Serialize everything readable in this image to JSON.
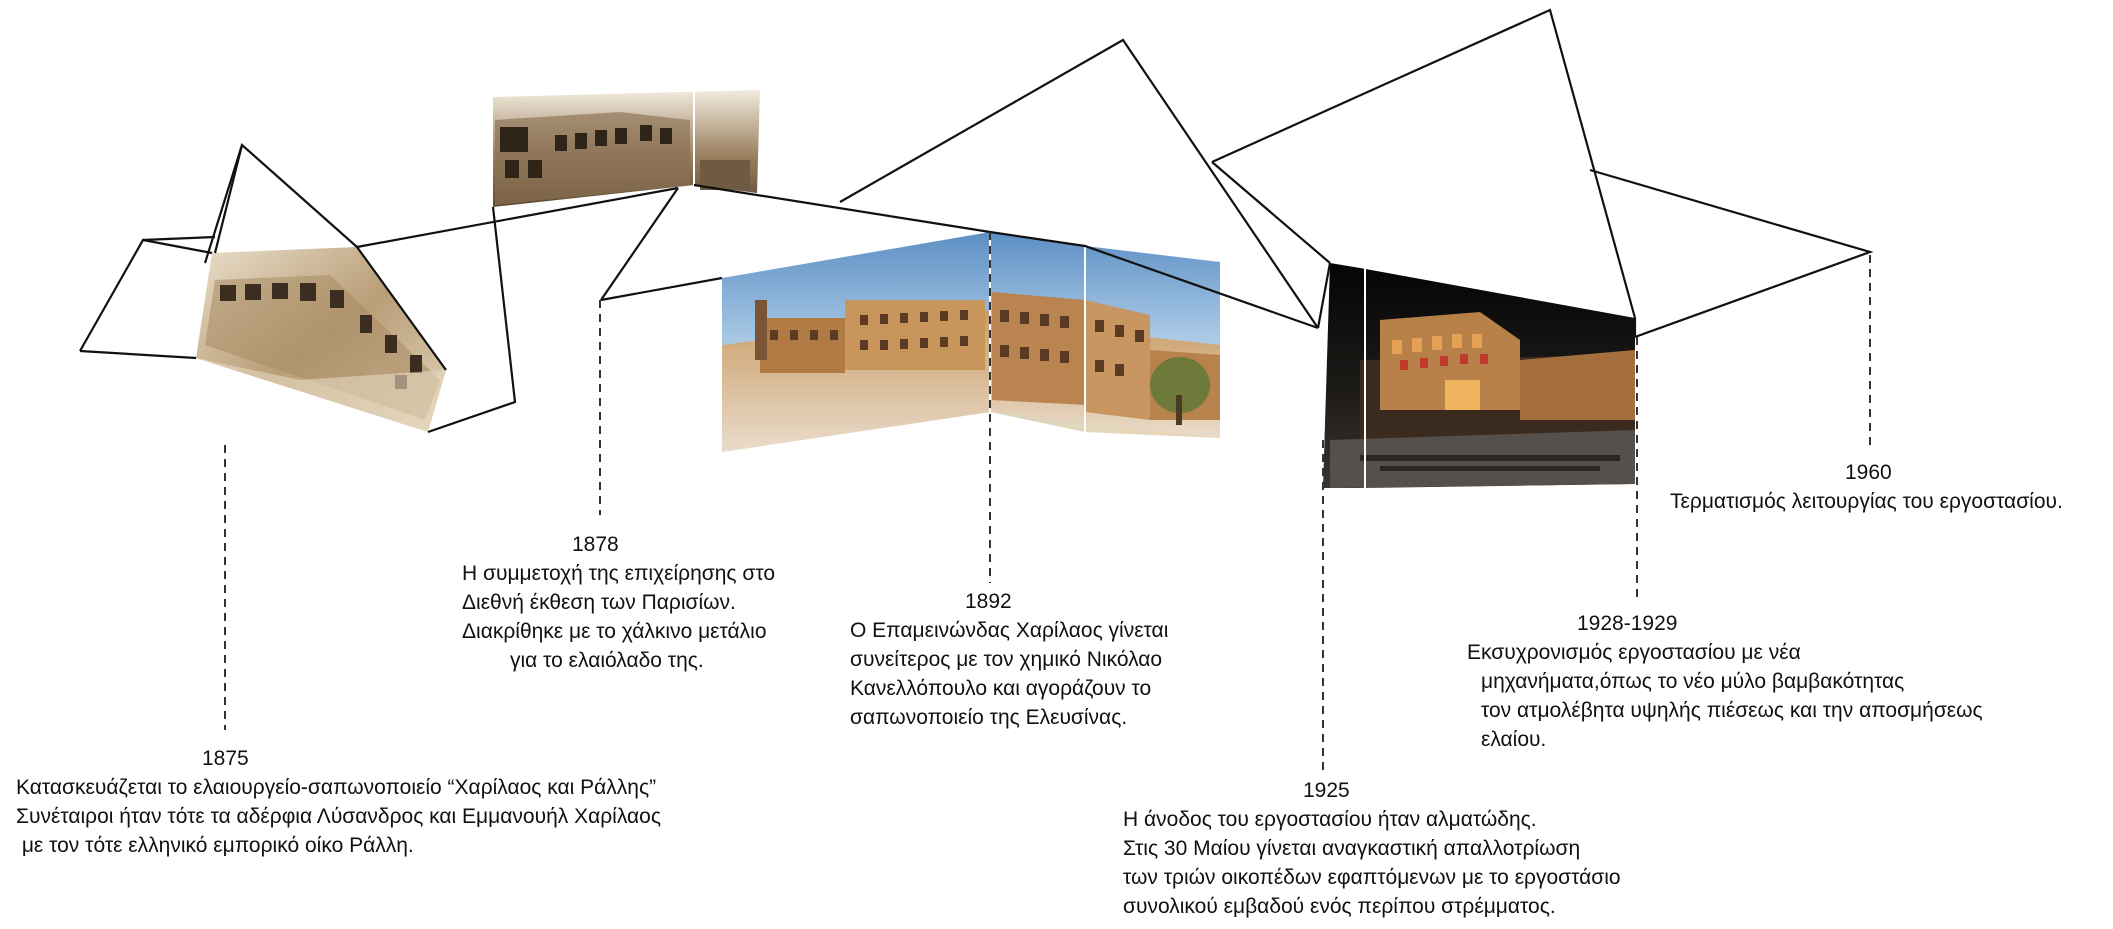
{
  "events": [
    {
      "year": "1875",
      "lines": [
        "Κατασκευάζεται το ελαιουργείο-σαπωνοποιείο “Χαρίλαος και Ράλλης”",
        "Συνέταιροι ήταν τότε τα αδέρφια Λύσανδρος και Εμμανουήλ Χαρίλαος",
        " με τον τότε ελληνικό εμπορικό οίκο Ράλλη."
      ]
    },
    {
      "year": "1878",
      "lines": [
        "Η συμμετοχή της επιχείρησης στο",
        "Διεθνή έκθεση των Παρισίων.",
        "Διακρίθηκε με το χάλκινο μετάλιο",
        "για το ελαιόλαδο της."
      ]
    },
    {
      "year": "1892",
      "lines": [
        "Ο Επαμεινώνδας Χαρίλαος γίνεται",
        "συνείτερος με τον χημικό Νικόλαο",
        "Κανελλόπουλο και αγοράζουν το",
        "σαπωνοποιείο της Ελευσίνας."
      ]
    },
    {
      "year": "1925",
      "lines": [
        "Η άνοδος του εργοστασίου ήταν αλματώδης.",
        "Στις 30 Μαίου γίνεται αναγκαστική απαλλοτρίωση",
        "των τριών οικοπέδων εφαπτόμενων με το εργοστάσιο",
        "συνολικού εμβαδού ενός περίπου στρέμματος."
      ]
    },
    {
      "year": "1928-1929",
      "lines": [
        "Εκσυχρονισμός εργοστασίου με νέα",
        "μηχανήματα,όπως το νέο μύλο βαμβακότητας",
        "τον ατμολέβητα υψηλής πιέσεως και την αποσμήσεως",
        "ελαίου."
      ]
    },
    {
      "year": "1960",
      "lines": [
        "Τερματισμός λειτουργίας του εργοστασίου."
      ]
    }
  ],
  "colors": {
    "line": "#111111",
    "sepia_light": "#e9dcc6",
    "sepia_mid": "#b59a74",
    "sepia_dark": "#5e4a34",
    "sky_blue": "#8fb8de",
    "sand": "#d9b27c",
    "night": "#141414",
    "lamp": "#e8a04a"
  },
  "icons": [
    "photo-factory-sepia-1",
    "photo-factory-sepia-2",
    "photo-factory-panorama",
    "photo-factory-night"
  ]
}
